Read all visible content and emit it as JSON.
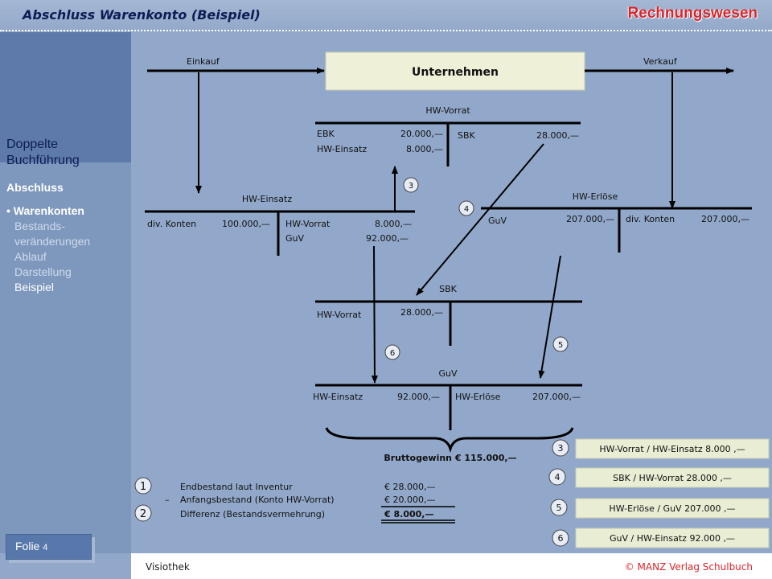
{
  "header": {
    "title": "Abschluss Warenkonto (Beispiel)",
    "brand": "Rechnungswesen"
  },
  "sidebar": {
    "title": "Doppelte Buchführung",
    "section": "Abschluss",
    "nav": [
      {
        "label": "Warenkonten",
        "state": "active"
      },
      {
        "label": "Bestands-",
        "state": "normal"
      },
      {
        "label": "veränderungen",
        "state": "normal"
      },
      {
        "label": "Ablauf",
        "state": "normal"
      },
      {
        "label": "Darstellung",
        "state": "normal"
      },
      {
        "label": "Beispiel",
        "state": "current"
      }
    ],
    "folie_label": "Folie",
    "folie_number": "4"
  },
  "footer": {
    "left": "Visiothek",
    "right": "© MANZ Verlag Schulbuch"
  },
  "diagram": {
    "einkauf": "Einkauf",
    "verkauf": "Verkauf",
    "unternehmen": "Unternehmen",
    "hw_vorrat": {
      "title": "HW-Vorrat",
      "debit": [
        {
          "label": "EBK",
          "amount": "20.000,—"
        },
        {
          "label": "HW-Einsatz",
          "amount": "8.000,—"
        }
      ],
      "credit": [
        {
          "label": "SBK",
          "amount": "28.000,—"
        }
      ]
    },
    "hw_einsatz": {
      "title": "HW-Einsatz",
      "debit": [
        {
          "label": "div. Konten",
          "amount": "100.000,—"
        }
      ],
      "credit": [
        {
          "label": "HW-Vorrat",
          "amount": "8.000,—"
        },
        {
          "label": "GuV",
          "amount": "92.000,—"
        }
      ]
    },
    "hw_erloese": {
      "title": "HW-Erlöse",
      "debit": [
        {
          "label": "GuV",
          "amount": "207.000,—"
        }
      ],
      "credit": [
        {
          "label": "div. Konten",
          "amount": "207.000,—"
        }
      ]
    },
    "sbk": {
      "title": "SBK",
      "debit": [
        {
          "label": "HW-Vorrat",
          "amount": "28.000,—"
        }
      ]
    },
    "guv": {
      "title": "GuV",
      "debit": [
        {
          "label": "HW-Einsatz",
          "amount": "92.000,—"
        }
      ],
      "credit": [
        {
          "label": "HW-Erlöse",
          "amount": "207.000,—"
        }
      ]
    },
    "bruttogewinn": "Bruttogewinn € 115.000,—",
    "markers": {
      "m3": "3",
      "m4": "4",
      "m5": "5",
      "m6": "6"
    },
    "calc": {
      "step1": "1",
      "step2": "2",
      "row1_label": "Endbestand laut Inventur",
      "row1_amount": "€  28.000,—",
      "row2_sign": "–",
      "row2_label": "Anfangsbestand (Konto HW-Vorrat)",
      "row2_amount": "€  20.000,—",
      "row3_label": "Differenz (Bestandsvermehrung)",
      "row3_amount": "€   8.000,—"
    },
    "bookings": [
      {
        "num": "3",
        "text": "HW-Vorrat / HW-Einsatz  8.000  ,—"
      },
      {
        "num": "4",
        "text": "SBK / HW-Vorrat 28.000  ,—"
      },
      {
        "num": "5",
        "text": "HW-Erlöse  / GuV 207.000  ,—"
      },
      {
        "num": "6",
        "text": "GuV / HW-Einsatz  92.000  ,—"
      }
    ]
  }
}
